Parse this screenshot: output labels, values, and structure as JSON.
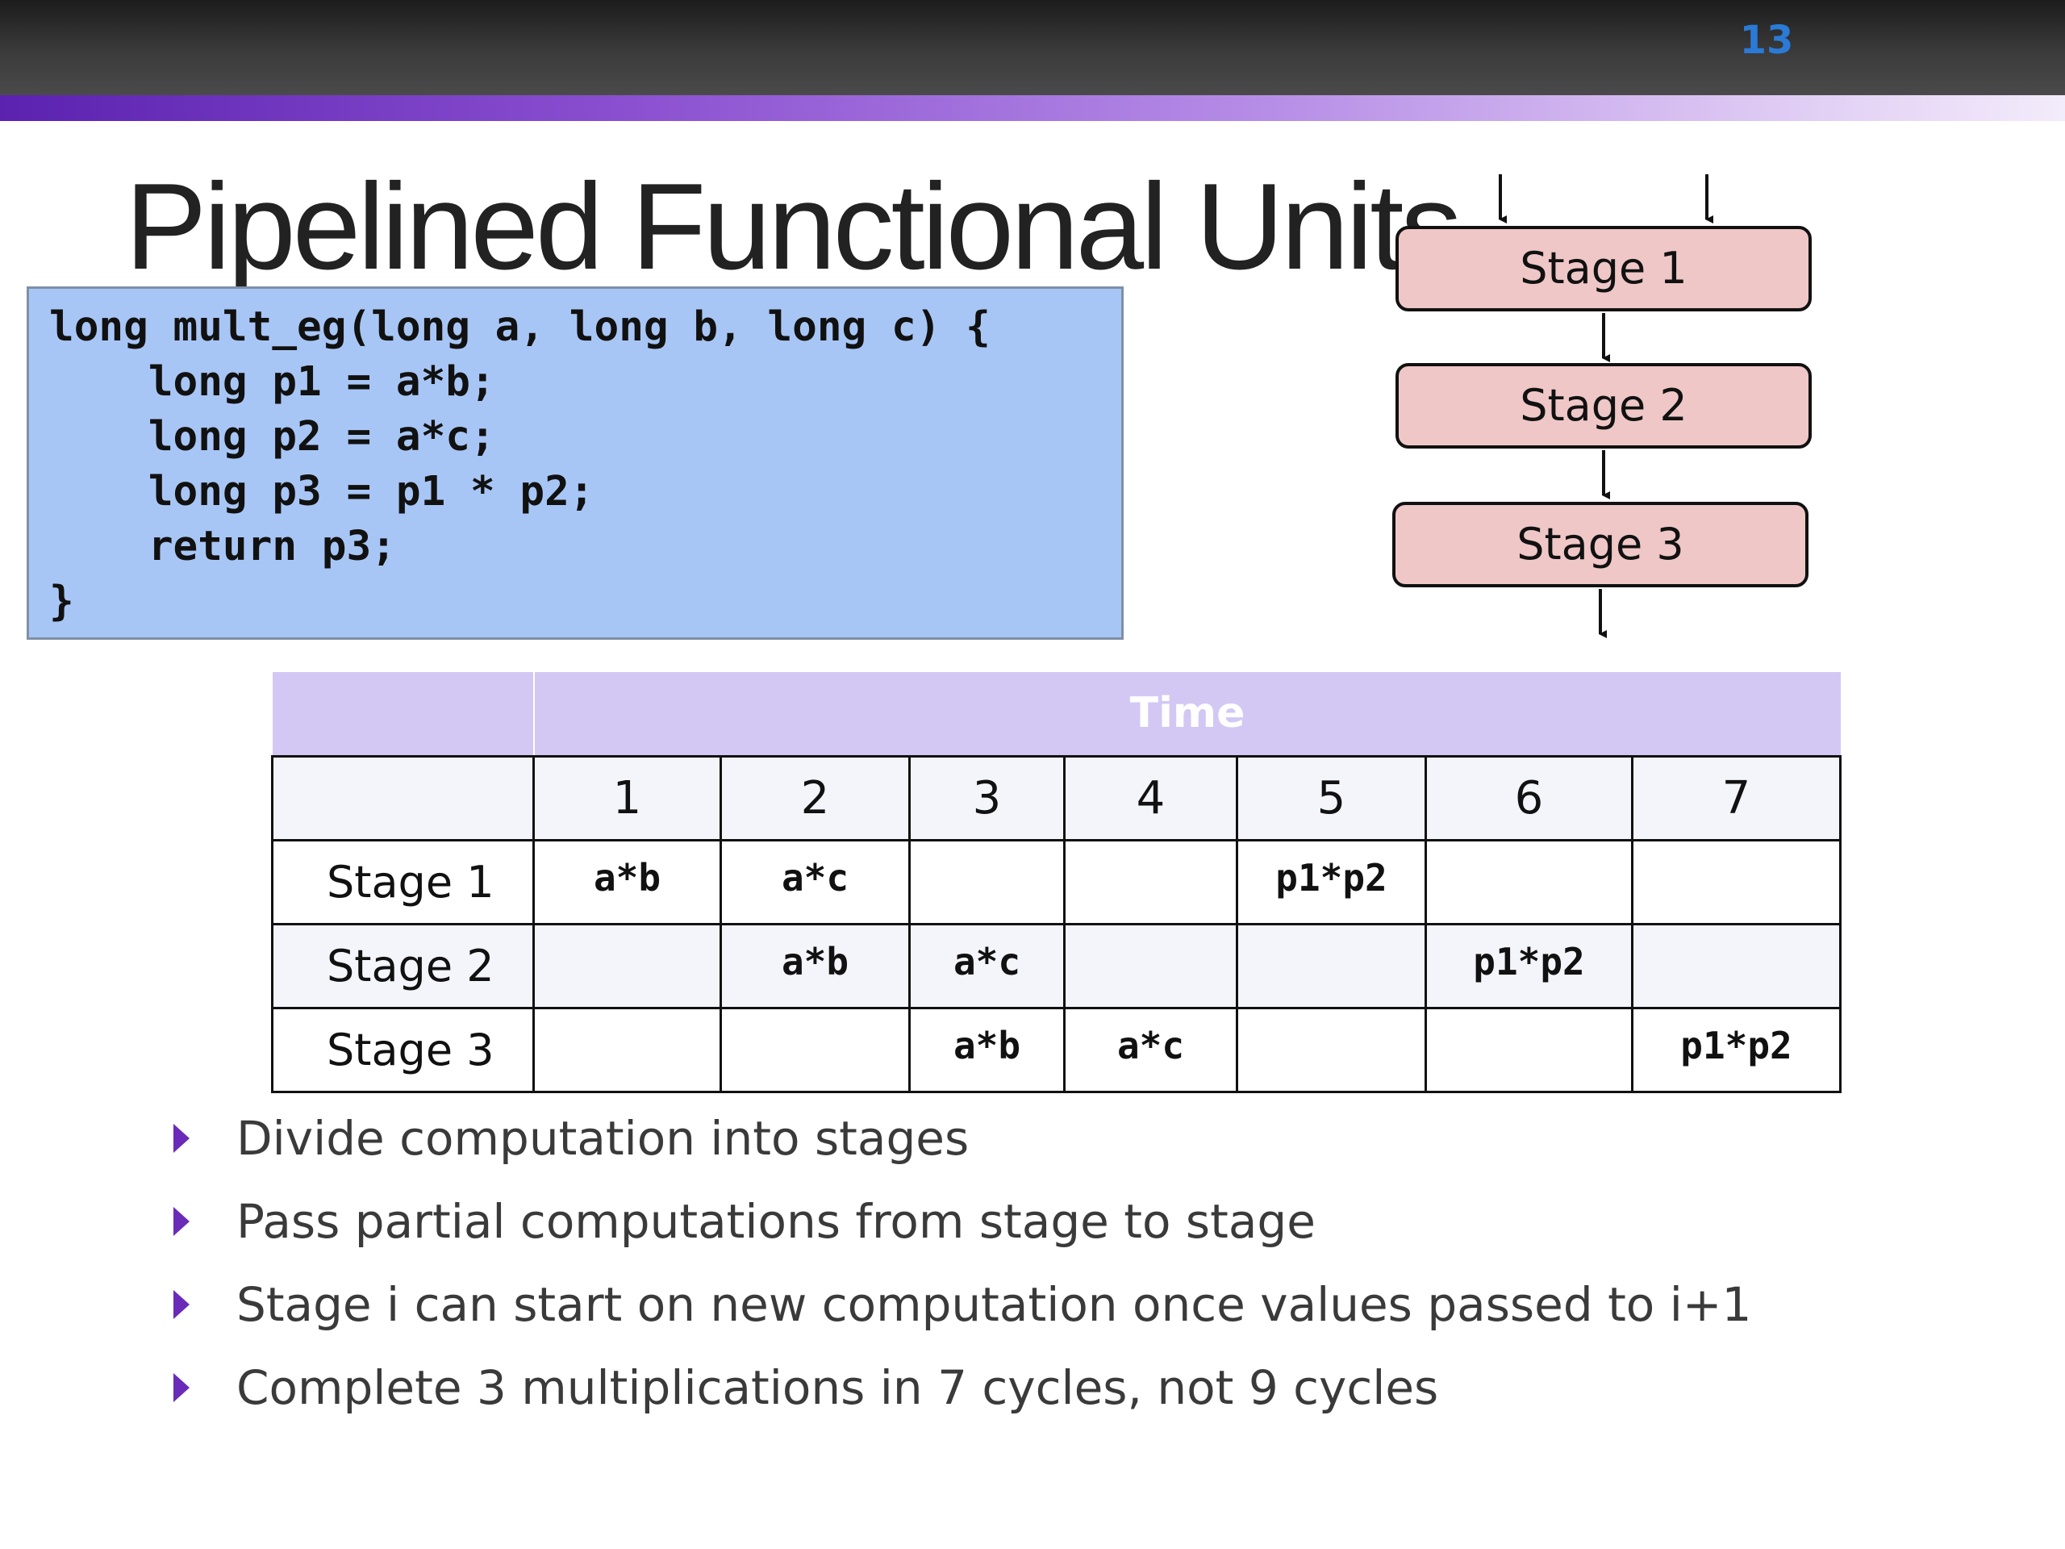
{
  "slide": {
    "page_number": "13",
    "title": "Pipelined Functional Units",
    "colors": {
      "top_bar": "#333333",
      "accent_start": "#5b22b0",
      "accent_end": "#f3ecfb",
      "page_number": "#2b7ad6",
      "code_background": "#a8c6f5",
      "stage_fill": "#efc7c7",
      "time_header": "#d3c8f4",
      "bullet": "#6a2bb8"
    }
  },
  "code": {
    "lines": [
      "long mult_eg(long a, long b, long c) {",
      "    long p1 = a*b;",
      "    long p2 = a*c;",
      "    long p3 = p1 * p2;",
      "    return p3;",
      "}"
    ]
  },
  "diagram": {
    "stages": [
      "Stage 1",
      "Stage 2",
      "Stage 3"
    ]
  },
  "table": {
    "header": "Time",
    "columns": [
      "1",
      "2",
      "3",
      "4",
      "5",
      "6",
      "7"
    ],
    "rows": [
      {
        "label": "Stage 1",
        "cells": [
          "a*b",
          "a*c",
          "",
          "",
          "p1*p2",
          "",
          ""
        ]
      },
      {
        "label": "Stage 2",
        "cells": [
          "",
          "a*b",
          "a*c",
          "",
          "",
          "p1*p2",
          ""
        ]
      },
      {
        "label": "Stage 3",
        "cells": [
          "",
          "",
          "a*b",
          "a*c",
          "",
          "",
          "p1*p2"
        ]
      }
    ]
  },
  "bullets": [
    "Divide computation into stages",
    "Pass partial computations from stage to stage",
    "Stage i can start on new computation once values passed to i+1",
    "Complete 3 multiplications in 7 cycles, not 9 cycles"
  ]
}
